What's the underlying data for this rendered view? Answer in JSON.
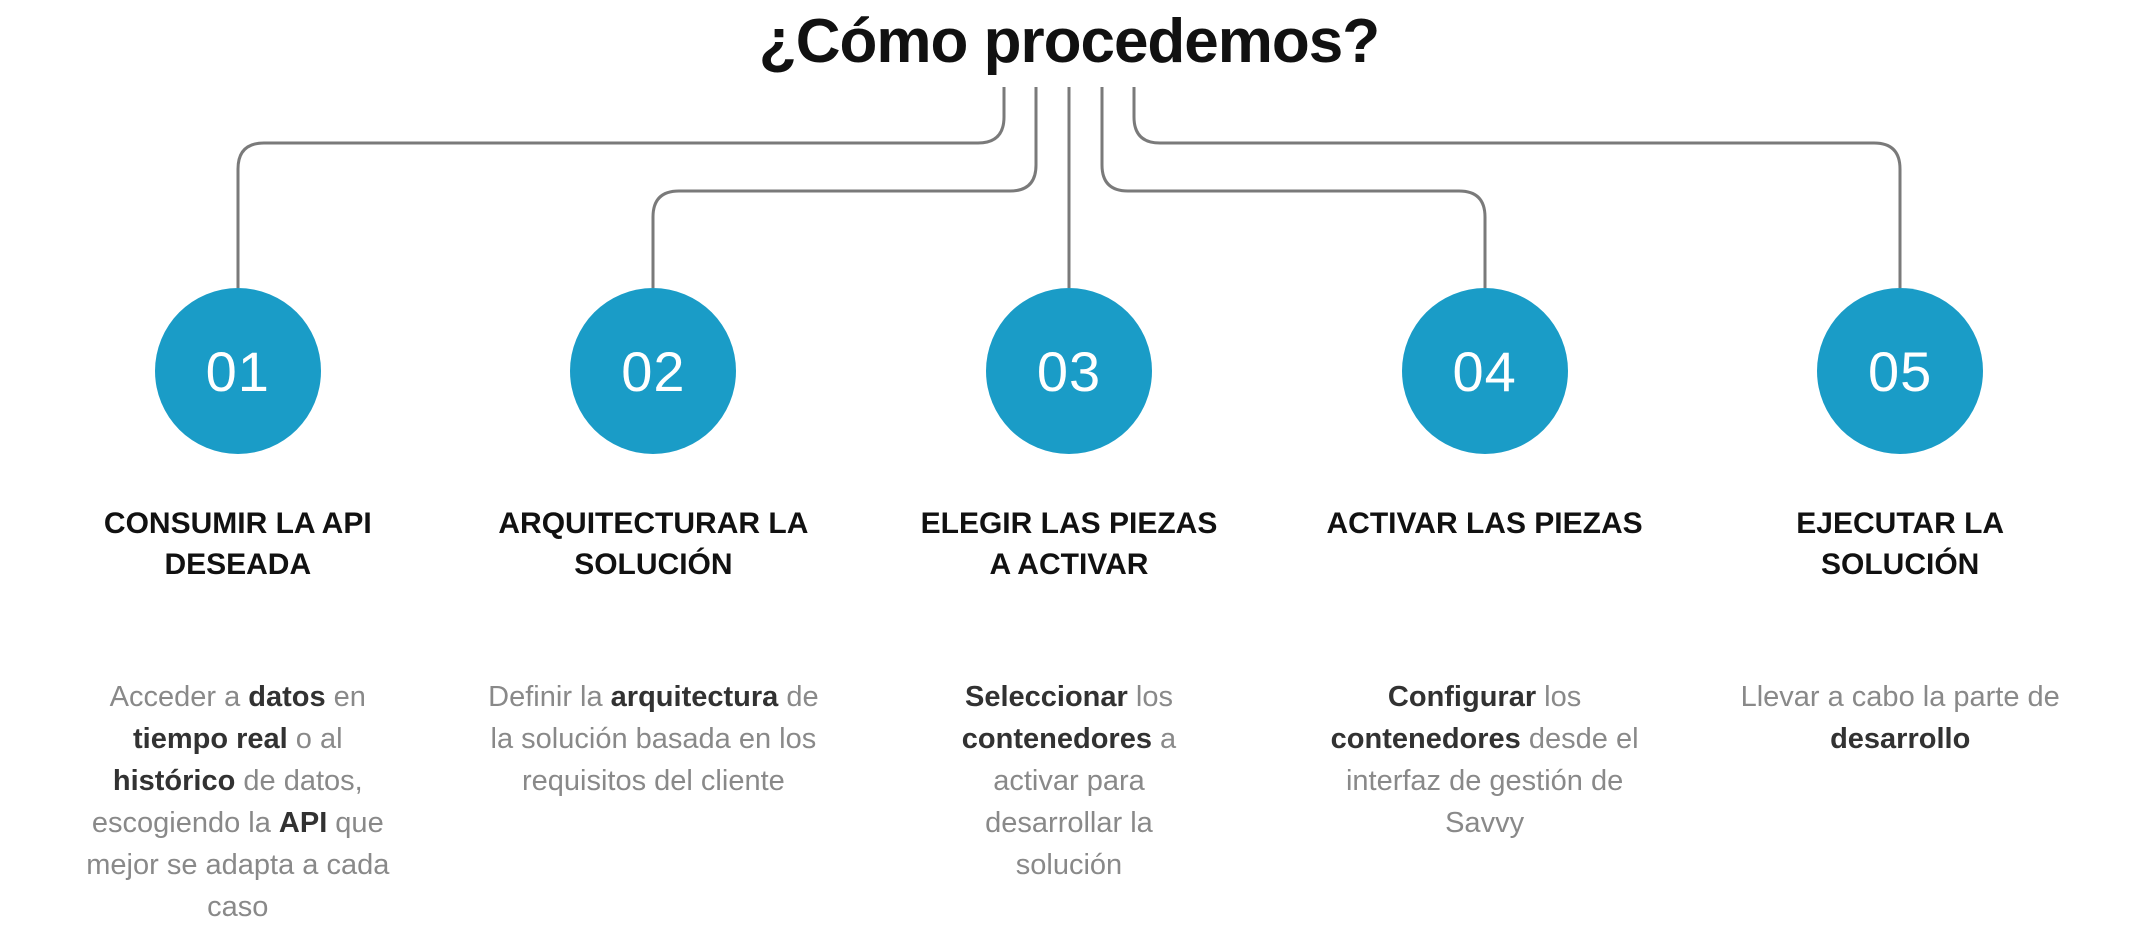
{
  "title": "¿Cómo procedemos?",
  "colors": {
    "circle": "#1a9cc7",
    "connector": "#7a7a7a",
    "number": "#ffffff",
    "heading": "#111111",
    "body": "#898989",
    "emphasis": "#323232"
  },
  "steps": [
    {
      "number": "01",
      "title": "CONSUMIR LA API\nDESEADA",
      "description": [
        {
          "t": "Acceder a ",
          "b": false
        },
        {
          "t": "datos",
          "b": true
        },
        {
          "t": " en ",
          "b": false
        },
        {
          "t": "tiempo real",
          "b": true
        },
        {
          "t": " o al ",
          "b": false
        },
        {
          "t": "histórico",
          "b": true
        },
        {
          "t": " de datos, escogiendo la ",
          "b": false
        },
        {
          "t": "API",
          "b": true
        },
        {
          "t": " que mejor se adapta a cada caso",
          "b": false
        }
      ]
    },
    {
      "number": "02",
      "title": "ARQUITECTURAR LA\nSOLUCIÓN",
      "description": [
        {
          "t": "Definir la ",
          "b": false
        },
        {
          "t": "arquitectura",
          "b": true
        },
        {
          "t": " de la solución basada en los requisitos del cliente",
          "b": false
        }
      ]
    },
    {
      "number": "03",
      "title": "ELEGIR LAS PIEZAS\nA ACTIVAR",
      "description": [
        {
          "t": "Seleccionar",
          "b": true
        },
        {
          "t": " los ",
          "b": false
        },
        {
          "t": "contenedores",
          "b": true
        },
        {
          "t": " a activar para desarrollar la solución",
          "b": false
        }
      ]
    },
    {
      "number": "04",
      "title": "ACTIVAR LAS PIEZAS",
      "description": [
        {
          "t": "Configurar",
          "b": true
        },
        {
          "t": " los ",
          "b": false
        },
        {
          "t": "contenedores",
          "b": true
        },
        {
          "t": " desde el interfaz de gestión de Savvy",
          "b": false
        }
      ]
    },
    {
      "number": "05",
      "title": "EJECUTAR LA\nSOLUCIÓN",
      "description": [
        {
          "t": "Llevar a cabo la parte de ",
          "b": false
        },
        {
          "t": "desarrollo",
          "b": true
        }
      ]
    }
  ]
}
